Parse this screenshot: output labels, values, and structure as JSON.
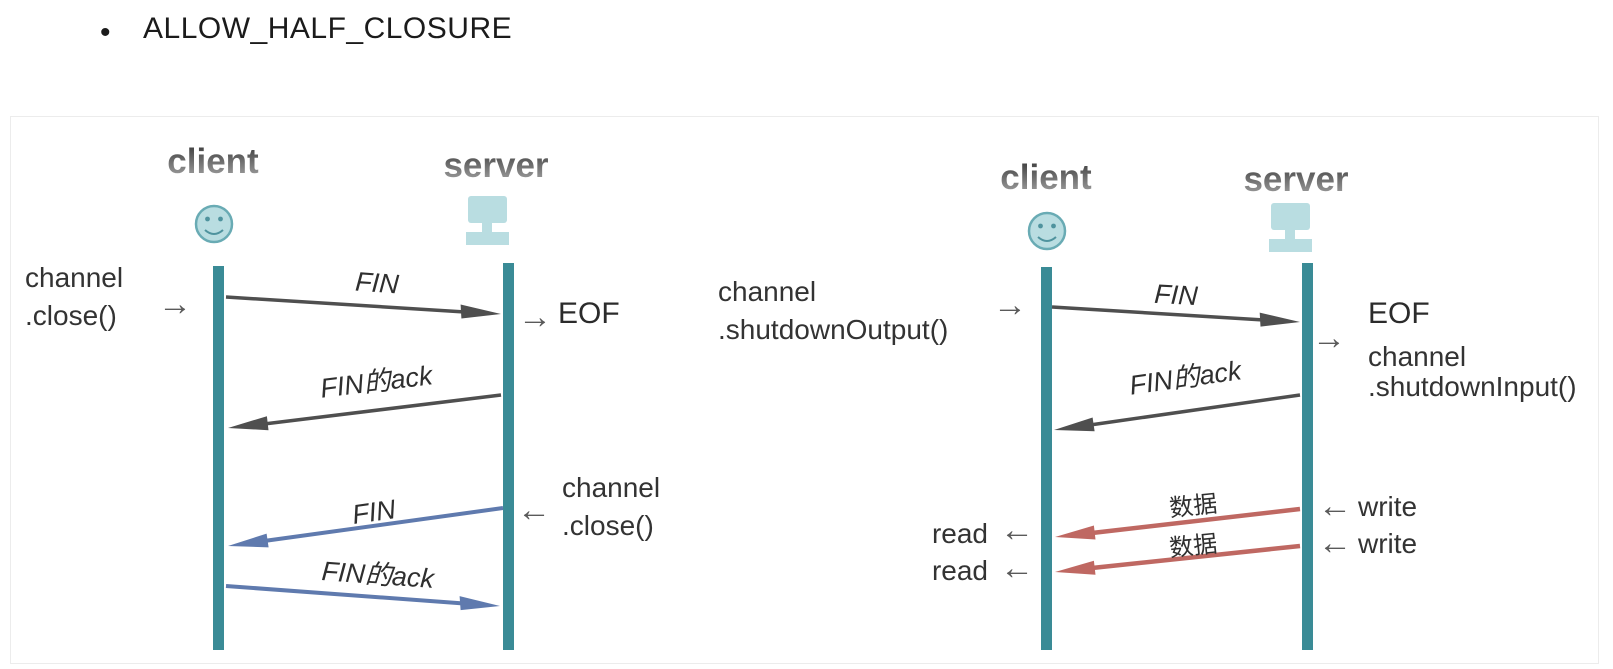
{
  "title": {
    "bullet": "•",
    "text": "ALLOW_HALF_CLOSURE"
  },
  "icons": {
    "arrow_right": "→",
    "arrow_left": "←",
    "client_icon": "smiley-face",
    "server_icon": "computer-monitor"
  },
  "colors": {
    "lifeline_teal": "#3a8b96",
    "icon_fill": "#b9dde1",
    "icon_stroke": "#69abb4",
    "dark_arrow": "#4f4f4f",
    "blue_arrow": "#5f7aae",
    "red_arrow": "#bf6862",
    "header_gray": "#6e6e6e"
  },
  "left_diagram": {
    "client_label": "client",
    "server_label": "server",
    "client_trigger": {
      "line1": "channel",
      "line2": ".close()"
    },
    "server_event": "EOF",
    "server_trigger": {
      "line1": "channel",
      "line2": ".close()"
    },
    "messages": [
      {
        "label": "FIN",
        "from": "client",
        "to": "server",
        "color": "dark"
      },
      {
        "label": "FIN的ack",
        "from": "server",
        "to": "client",
        "color": "dark"
      },
      {
        "label": "FIN",
        "from": "server",
        "to": "client",
        "color": "blue"
      },
      {
        "label": "FIN的ack",
        "from": "client",
        "to": "server",
        "color": "blue"
      }
    ]
  },
  "right_diagram": {
    "client_label": "client",
    "server_label": "server",
    "client_trigger": {
      "line1": "channel",
      "line2": ".shutdownOutput()"
    },
    "server_event": {
      "line1": "EOF",
      "line2": "channel",
      "line3": ".shutdownInput()"
    },
    "messages": [
      {
        "label": "FIN",
        "from": "client",
        "to": "server",
        "color": "dark"
      },
      {
        "label": "FIN的ack",
        "from": "server",
        "to": "client",
        "color": "dark"
      },
      {
        "label": "数据",
        "from": "server",
        "to": "client",
        "color": "red"
      },
      {
        "label": "数据",
        "from": "server",
        "to": "client",
        "color": "red"
      }
    ],
    "reads": [
      {
        "label": "read"
      },
      {
        "label": "read"
      }
    ],
    "writes": [
      {
        "label": "write"
      },
      {
        "label": "write"
      }
    ]
  }
}
